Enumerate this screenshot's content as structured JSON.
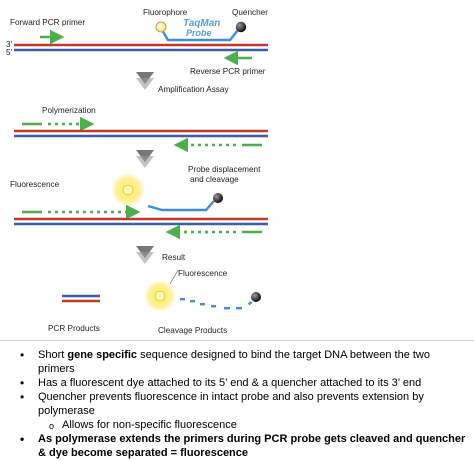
{
  "diagram": {
    "labels": {
      "fluorophore": "Fluorophore",
      "quencher": "Quencher",
      "taqman_line1": "TaqMan",
      "taqman_line2": "Probe",
      "forward_primer": "Forward PCR primer",
      "strand_3": "3'",
      "strand_5": "5'",
      "reverse_primer": "Reverse PCR primer",
      "amplification_assay": "Amplification Assay",
      "polymerization": "Polymerization",
      "fluorescence_1": "Fluorescence",
      "probe_displacement_line1": "Probe displacement",
      "probe_displacement_line2": "and cleavage",
      "result": "Result",
      "fluorescence_2": "Fluorescence",
      "pcr_products": "PCR Products",
      "cleavage_products": "Cleavage Products"
    },
    "colors": {
      "strand_red": "#c0392b",
      "strand_blue": "#3a5fa8",
      "primer_green": "#4cae4c",
      "probe_blue": "#3b8fd6",
      "glow_yellow": "#ffe34d",
      "arrow_gray": "#777777",
      "background": "#ffffff"
    }
  },
  "notes": {
    "items": [
      {
        "pre": "Short ",
        "bold": "gene specific",
        "post": " sequence designed to bind the target DNA between the two primers"
      },
      {
        "text": "Has a fluorescent dye attached to its 5’ end & a quencher attached to its 3’ end"
      },
      {
        "text": "Quencher prevents fluorescence in intact probe and also prevents extension by polymerase"
      },
      {
        "text": "Allows for non-specific fluorescence"
      },
      {
        "text": "As polymerase extends the primers during PCR probe gets cleaved and quencher & dye become separated = fluorescence"
      }
    ]
  }
}
